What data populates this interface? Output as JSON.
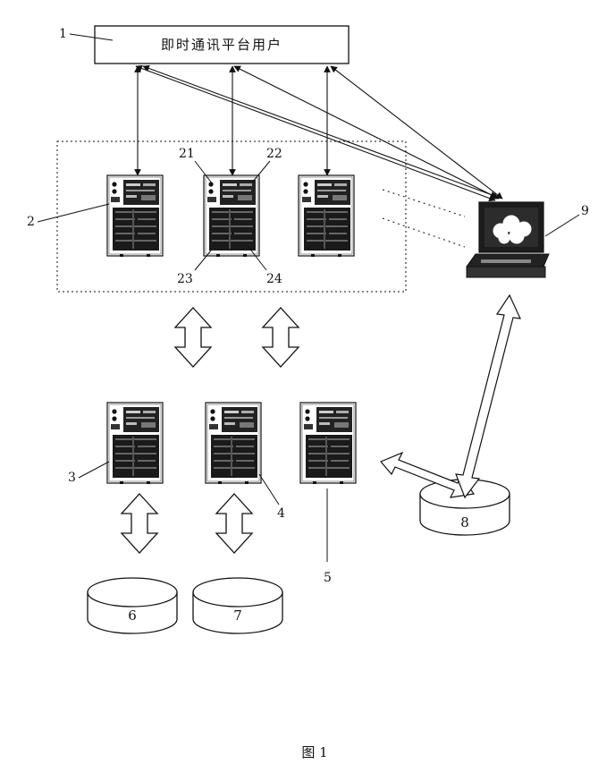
{
  "user_box": {
    "label": "即时通讯平台用户"
  },
  "labels": {
    "l1": "1",
    "l2": "2",
    "l21": "21",
    "l22": "22",
    "l23": "23",
    "l24": "24",
    "l3": "3",
    "l4": "4",
    "l5": "5",
    "l6": "6",
    "l7": "7",
    "l8": "8",
    "l9": "9"
  },
  "caption": "图 1"
}
